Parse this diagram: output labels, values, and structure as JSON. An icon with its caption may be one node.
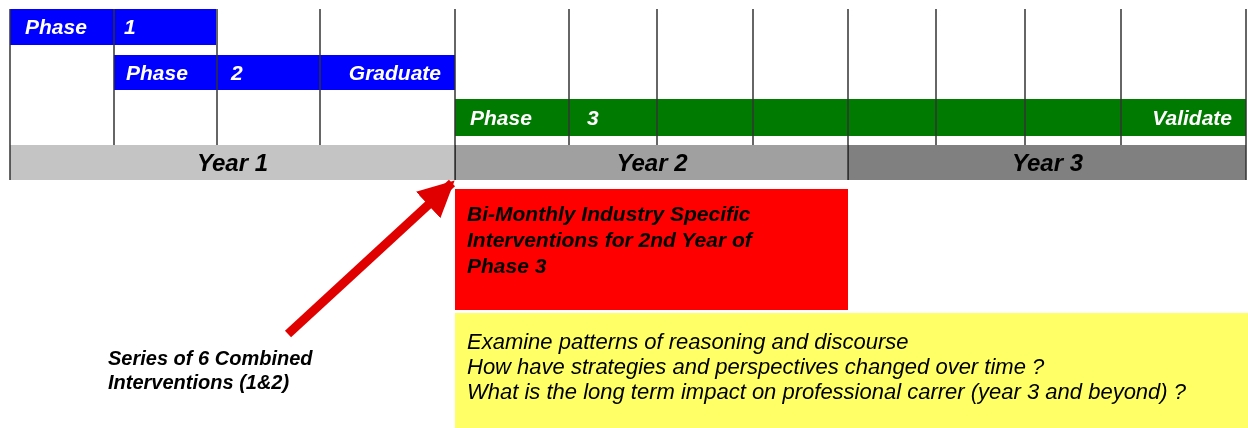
{
  "diagram": {
    "nodes": [
      {
        "text": [
          "Phase",
          "1"
        ]
      },
      {
        "text": [
          "Phase",
          "2",
          "Graduate"
        ]
      },
      {
        "text": [
          "Phase",
          "3",
          "Validate"
        ]
      },
      {
        "text": [
          "Year 1"
        ]
      },
      {
        "text": [
          "Year 2"
        ]
      },
      {
        "text": [
          "Year 3"
        ]
      },
      {
        "text": [
          "Bi-Monthly Industry Specific Interventions for 2nd Year of Phase 3"
        ]
      },
      {
        "text": [
          "Examine patterns of reasoning and discourse",
          "How have strategies and perspectives changed over time ?",
          "What is the long term impact on professional carrer (year 3 and beyond) ?"
        ]
      },
      {
        "text": [
          "Series of 6 Combined Interventions (1&2)"
        ]
      }
    ],
    "edges": [
      {
        "from": 8,
        "to": 4,
        "arrow": "to"
      }
    ]
  }
}
